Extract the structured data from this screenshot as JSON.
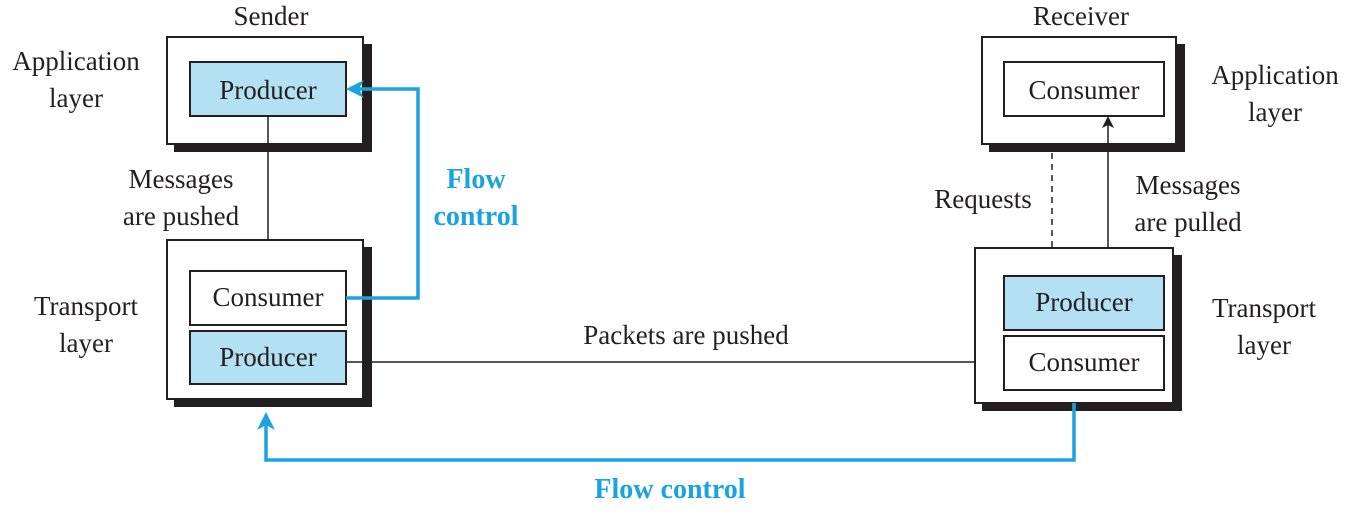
{
  "sender": {
    "title": "Sender",
    "app_layer_line1": "Application",
    "app_layer_line2": "layer",
    "transport_layer_line1": "Transport",
    "transport_layer_line2": "layer",
    "app_producer": "Producer",
    "transport_consumer": "Consumer",
    "transport_producer": "Producer"
  },
  "receiver": {
    "title": "Receiver",
    "app_layer_line1": "Application",
    "app_layer_line2": "layer",
    "transport_layer_line1": "Transport",
    "transport_layer_line2": "layer",
    "app_consumer": "Consumer",
    "transport_producer": "Producer",
    "transport_consumer": "Consumer"
  },
  "labels": {
    "messages_pushed_line1": "Messages",
    "messages_pushed_line2": "are pushed",
    "flow_control_sender_line1": "Flow",
    "flow_control_sender_line2": "control",
    "packets_pushed": "Packets are pushed",
    "requests": "Requests",
    "messages_pulled_line1": "Messages",
    "messages_pulled_line2": "are pulled",
    "flow_control_bottom": "Flow control"
  },
  "colors": {
    "accent_blue": "#1aa3e0",
    "box_fill_blue": "#b3e0f2",
    "stroke": "#231f20",
    "shadow": "#231f20"
  }
}
